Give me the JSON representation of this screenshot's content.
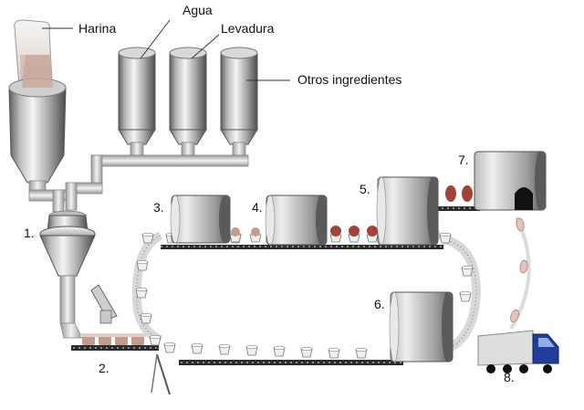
{
  "labels": {
    "harina": "Harina",
    "agua": "Agua",
    "levadura": "Levadura",
    "otros": "Otros ingredientes"
  },
  "steps": [
    "1.",
    "2.",
    "3.",
    "4.",
    "5.",
    "6.",
    "7.",
    "8."
  ],
  "colors": {
    "metal_light": "#f2f2f2",
    "metal_dark": "#6f6f6f",
    "belt": "#2b2b2b",
    "dough": "#b07a6a",
    "bread": "#a0443a",
    "truck_cab": "#1f3f9a",
    "truck_box": "#d9d9d9"
  },
  "icons": [
    "flour-sack-icon",
    "silo-icon",
    "mixer-icon",
    "oven-icon",
    "conveyor-icon",
    "truck-icon",
    "bread-icon",
    "cup-icon"
  ]
}
